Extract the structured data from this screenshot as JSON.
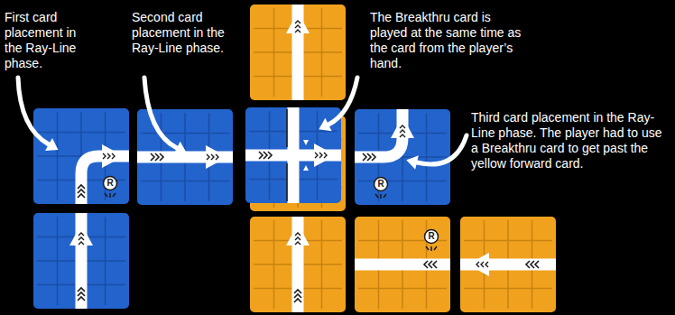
{
  "diagram": {
    "labels": [
      "First card placement in the Ray-Line phase.",
      "Second card placement in the Ray-Line phase.",
      "The Breakthru card is played at the same time as the card from the player’s hand.",
      "Third card placement in the Ray-Line phase. The player had to use a Breakthru card to get past the yellow forward card.",
      "R",
      "R",
      "R"
    ]
  }
}
